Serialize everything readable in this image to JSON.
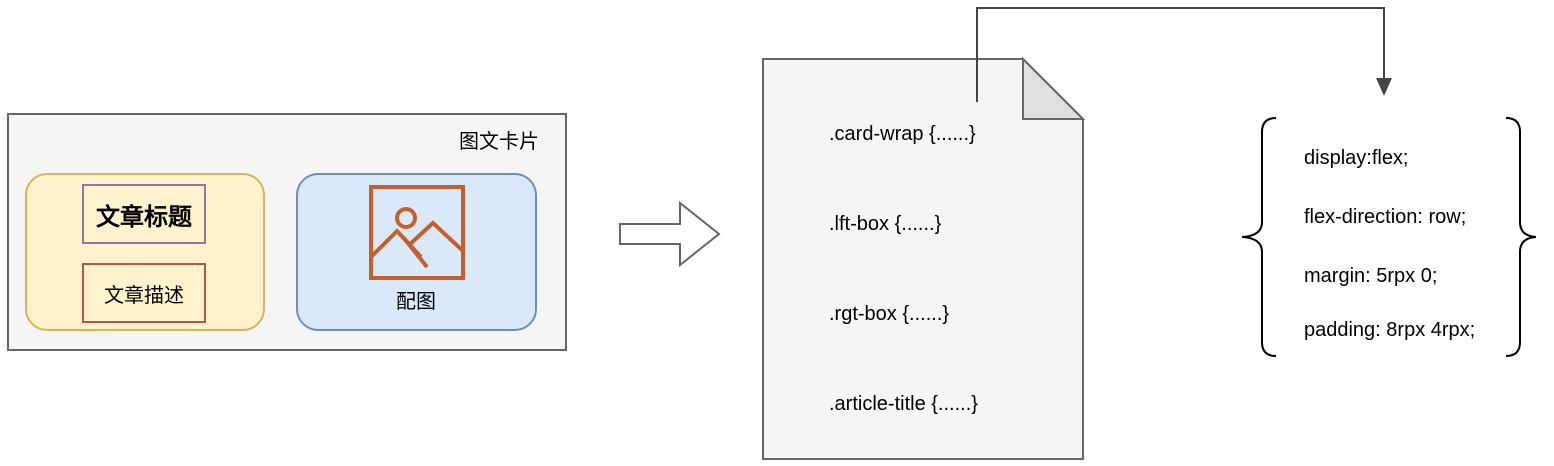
{
  "card": {
    "caption": "图文卡片",
    "article_title": "文章标题",
    "article_desc": "文章描述",
    "image_label": "配图"
  },
  "document": {
    "lines": [
      ".card-wrap {......}",
      ".lft-box {......}",
      ".rgt-box {......}",
      ".article-title {......}"
    ]
  },
  "css_block": {
    "properties": [
      "display:flex;",
      "flex-direction: row;",
      "margin: 5rpx 0;",
      "padding: 8rpx 4rpx;"
    ]
  },
  "colors": {
    "card_fill": "#f5f5f5",
    "left_box_fill": "#fff2cc",
    "left_box_stroke": "#d6b656",
    "right_box_fill": "#dae8fc",
    "right_box_stroke": "#6c8ebf",
    "title_stroke": "#9673a6",
    "desc_stroke": "#b85450",
    "image_icon": "#c5602d"
  }
}
